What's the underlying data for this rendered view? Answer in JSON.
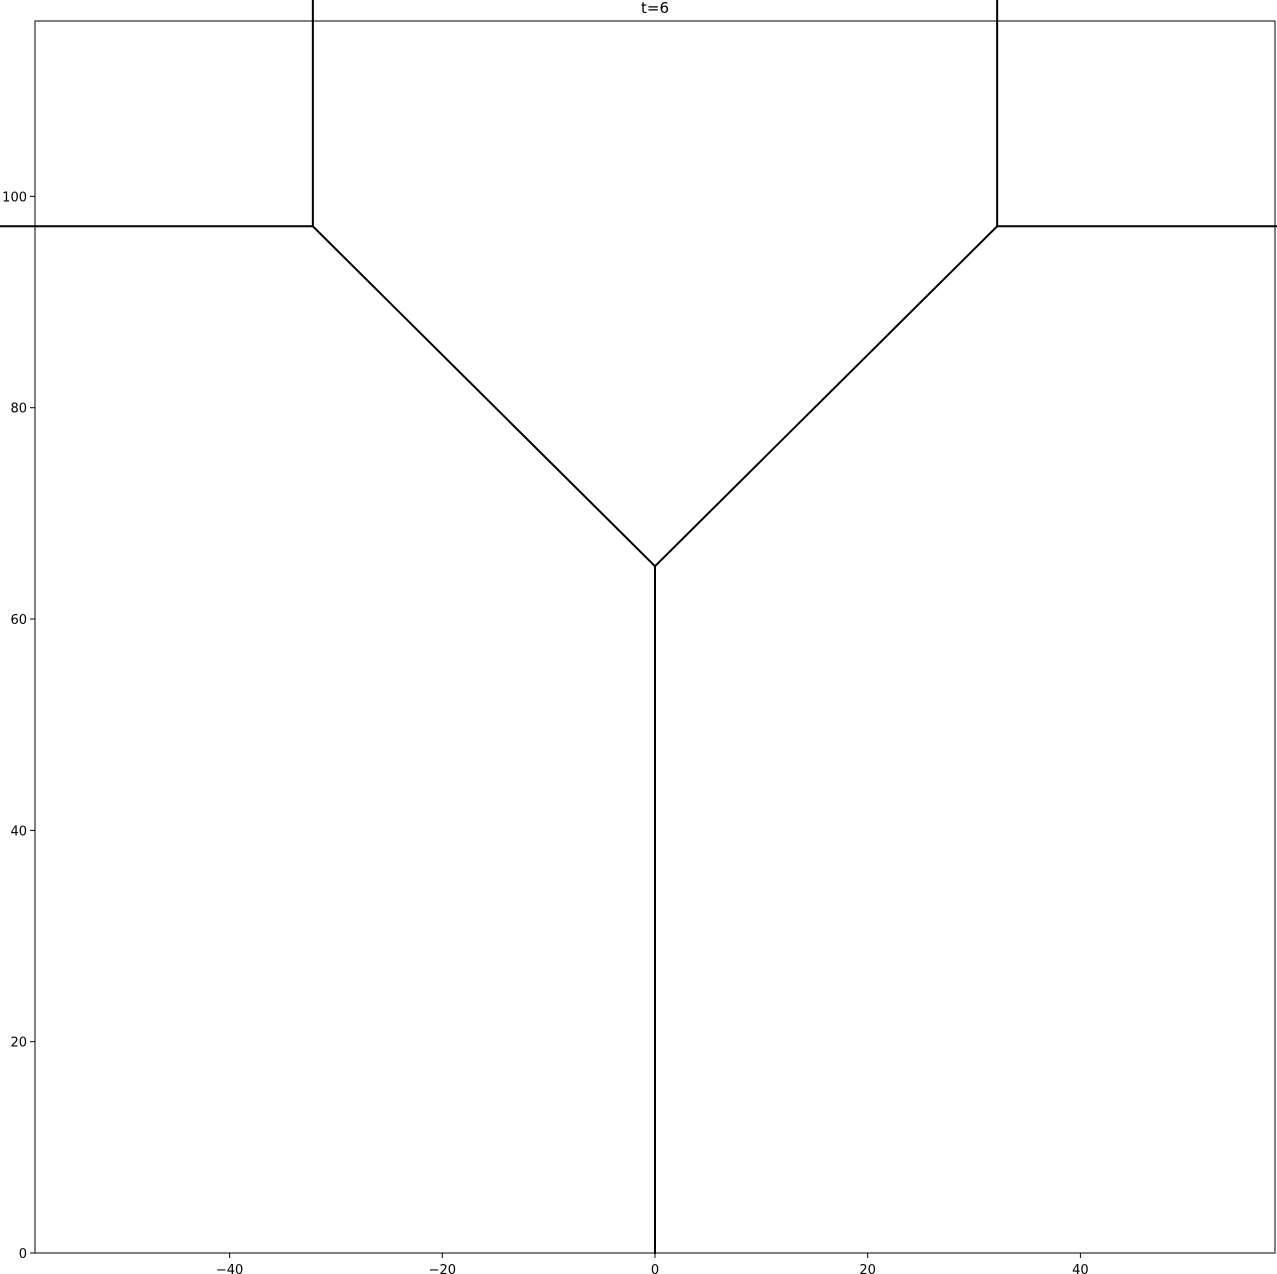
{
  "chart_data": {
    "type": "line",
    "title": "t=6",
    "xlabel": "",
    "ylabel": "",
    "xlim": [
      -58.3,
      58.3
    ],
    "ylim": [
      0,
      116.6
    ],
    "grid": false,
    "x_ticks": [
      -40,
      -20,
      0,
      20,
      40
    ],
    "x_tick_labels": [
      "−40",
      "−20",
      "0",
      "20",
      "40"
    ],
    "y_ticks": [
      0,
      20,
      40,
      60,
      80,
      100
    ],
    "y_tick_labels": [
      "0",
      "20",
      "40",
      "60",
      "80",
      "100"
    ],
    "line_color": "#000000",
    "tree": {
      "base": [
        0,
        0
      ],
      "trunk_length": 65,
      "length_ratio": 0.7,
      "branch_angle_deg": 45,
      "depth": 6
    }
  }
}
